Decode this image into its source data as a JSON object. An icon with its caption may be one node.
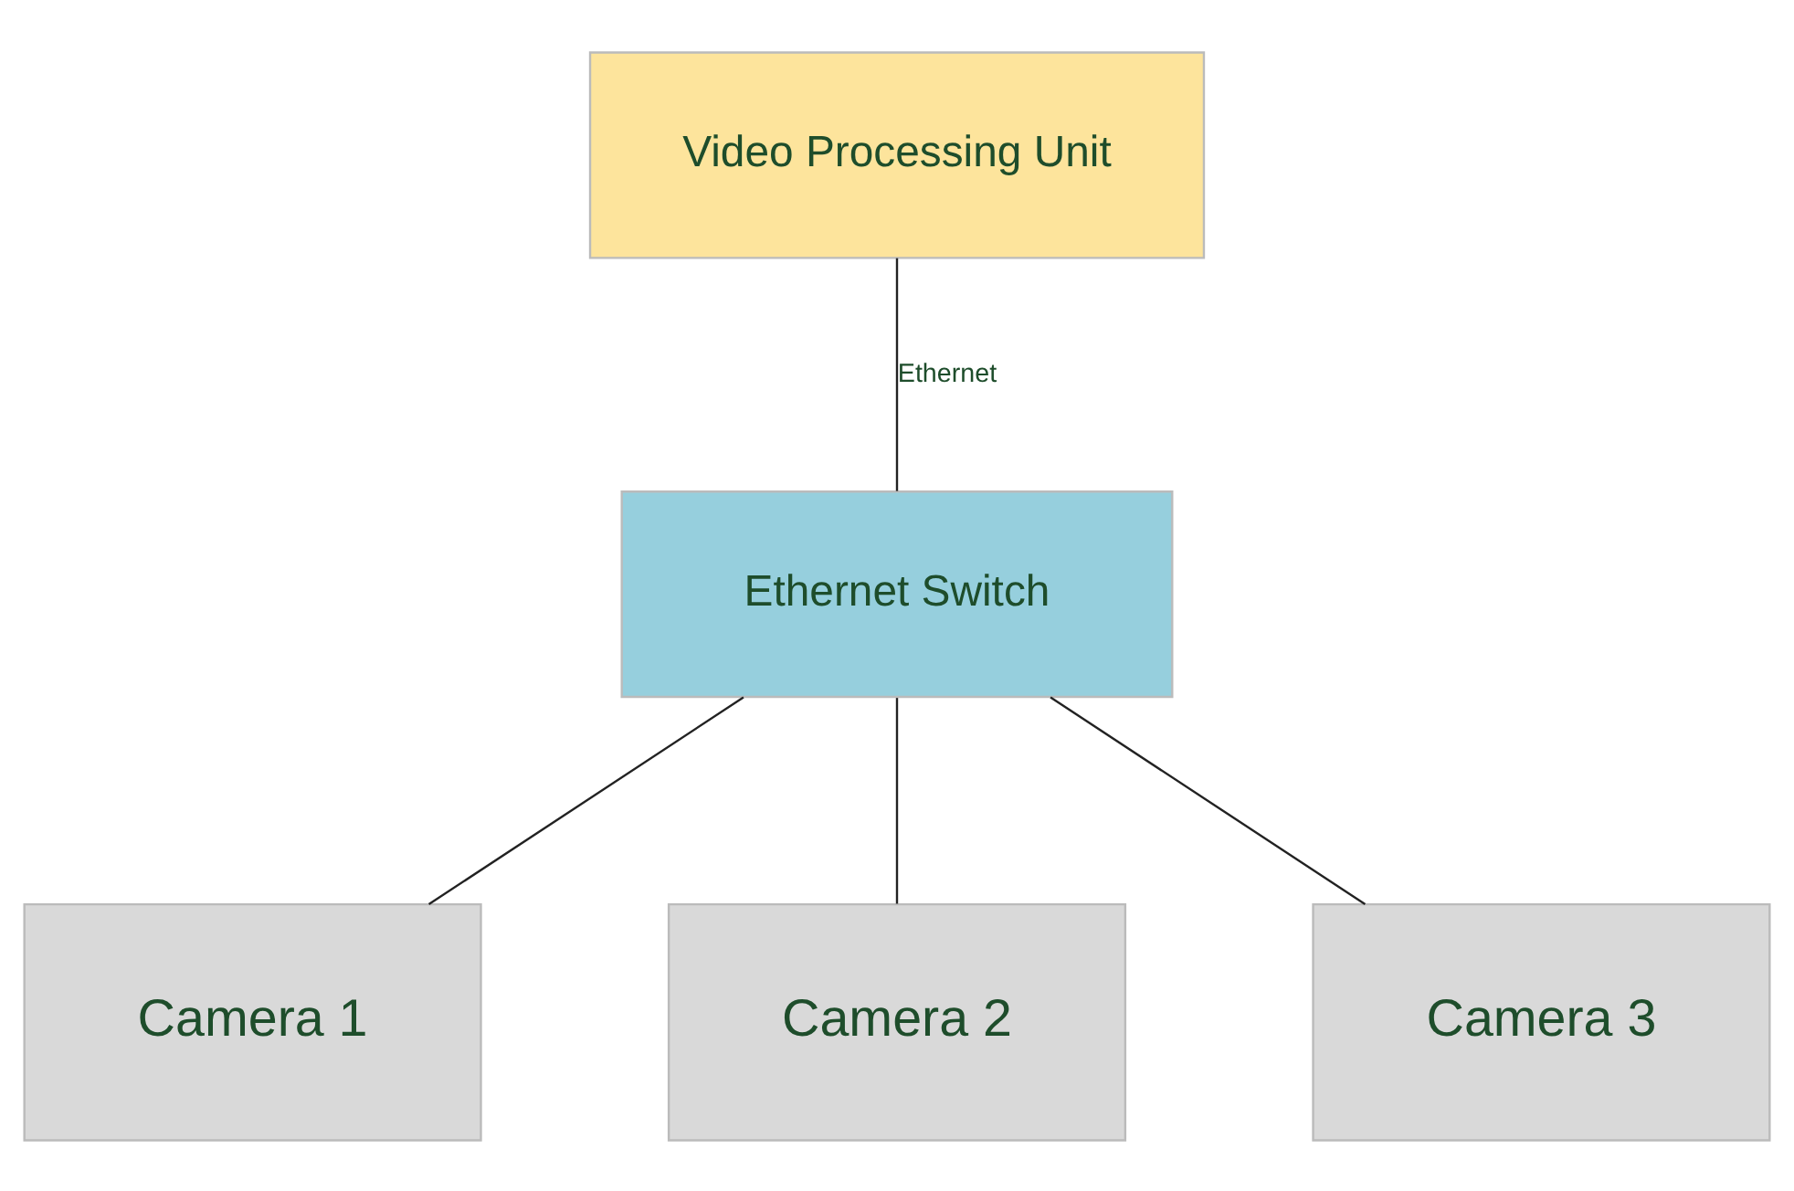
{
  "diagram": {
    "nodes": [
      {
        "text": [
          "Video Processing Unit"
        ]
      },
      {
        "text": [
          "Ethernet Switch"
        ]
      },
      {
        "text": [
          "Camera 1"
        ]
      },
      {
        "text": [
          "Camera 2"
        ]
      },
      {
        "text": [
          "Camera 3"
        ]
      }
    ],
    "edges": [
      {
        "from": 0,
        "to": 1,
        "arrow": "none",
        "label": "Ethernet"
      },
      {
        "from": 1,
        "to": 2,
        "arrow": "none"
      },
      {
        "from": 1,
        "to": 3,
        "arrow": "none"
      },
      {
        "from": 1,
        "to": 4,
        "arrow": "none"
      }
    ]
  }
}
